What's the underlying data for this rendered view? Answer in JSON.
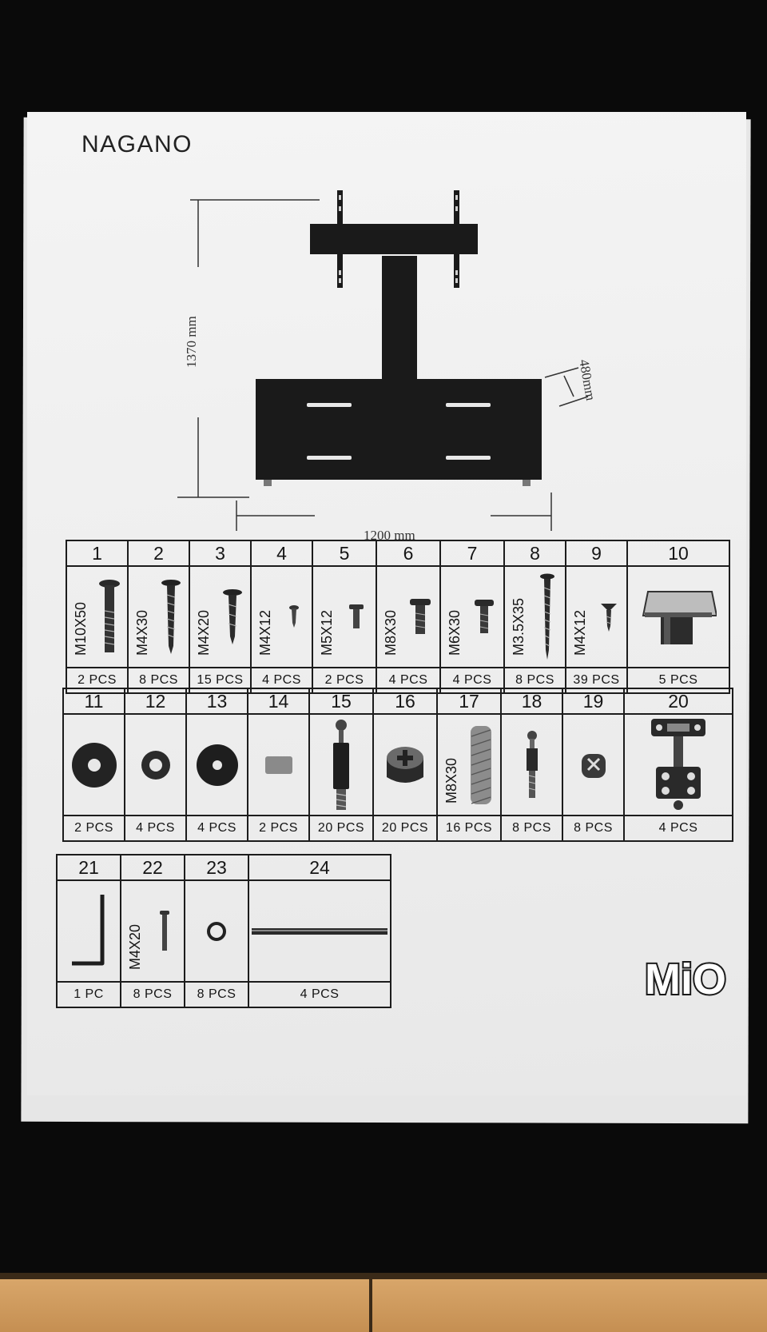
{
  "document": {
    "title": "NAGANO",
    "brand": "MiO"
  },
  "dimensions": {
    "width": "1200 mm",
    "height": "1370 mm",
    "depth": "480mm"
  },
  "parts_rows": [
    [
      {
        "num": "1",
        "label": "M10X50",
        "qty": "2 PCS",
        "icon": "bolt-icon"
      },
      {
        "num": "2",
        "label": "M4X30",
        "qty": "8 PCS",
        "icon": "long-screw-icon"
      },
      {
        "num": "3",
        "label": "M4X20",
        "qty": "15 PCS",
        "icon": "screw-icon"
      },
      {
        "num": "4",
        "label": "M4X12",
        "qty": "4 PCS",
        "icon": "small-screw-icon"
      },
      {
        "num": "5",
        "label": "M5X12",
        "qty": "2 PCS",
        "icon": "small-bolt-icon"
      },
      {
        "num": "6",
        "label": "M8X30",
        "qty": "4 PCS",
        "icon": "bolt-icon"
      },
      {
        "num": "7",
        "label": "M6X30",
        "qty": "4 PCS",
        "icon": "bolt-icon"
      },
      {
        "num": "8",
        "label": "M3.5X35",
        "qty": "8 PCS",
        "icon": "long-screw-icon"
      },
      {
        "num": "9",
        "label": "M4X12",
        "qty": "39 PCS",
        "icon": "small-screw-icon"
      },
      {
        "num": "10",
        "label": "",
        "qty": "5 PCS",
        "icon": "foot-bracket-icon"
      }
    ],
    [
      {
        "num": "11",
        "label": "",
        "qty": "2 PCS",
        "icon": "large-washer-icon"
      },
      {
        "num": "12",
        "label": "",
        "qty": "4 PCS",
        "icon": "small-washer-icon"
      },
      {
        "num": "13",
        "label": "",
        "qty": "4 PCS",
        "icon": "washer-icon"
      },
      {
        "num": "14",
        "label": "",
        "qty": "2 PCS",
        "icon": "spacer-icon"
      },
      {
        "num": "15",
        "label": "",
        "qty": "20 PCS",
        "icon": "cam-bolt-icon"
      },
      {
        "num": "16",
        "label": "",
        "qty": "20 PCS",
        "icon": "cam-lock-icon"
      },
      {
        "num": "17",
        "label": "M8X30",
        "qty": "16 PCS",
        "icon": "dowel-icon"
      },
      {
        "num": "18",
        "label": "",
        "qty": "8 PCS",
        "icon": "connector-bolt-icon"
      },
      {
        "num": "19",
        "label": "",
        "qty": "8 PCS",
        "icon": "small-cam-icon"
      },
      {
        "num": "20",
        "label": "",
        "qty": "4 PCS",
        "icon": "hinge-icon"
      }
    ],
    [
      {
        "num": "21",
        "label": "",
        "qty": "1 PC",
        "icon": "allen-key-icon"
      },
      {
        "num": "22",
        "label": "M4X20",
        "qty": "8 PCS",
        "icon": "pin-screw-icon"
      },
      {
        "num": "23",
        "label": "",
        "qty": "8 PCS",
        "icon": "ring-icon"
      },
      {
        "num": "24",
        "label": "",
        "qty": "4 PCS",
        "icon": "rod-icon"
      }
    ]
  ]
}
